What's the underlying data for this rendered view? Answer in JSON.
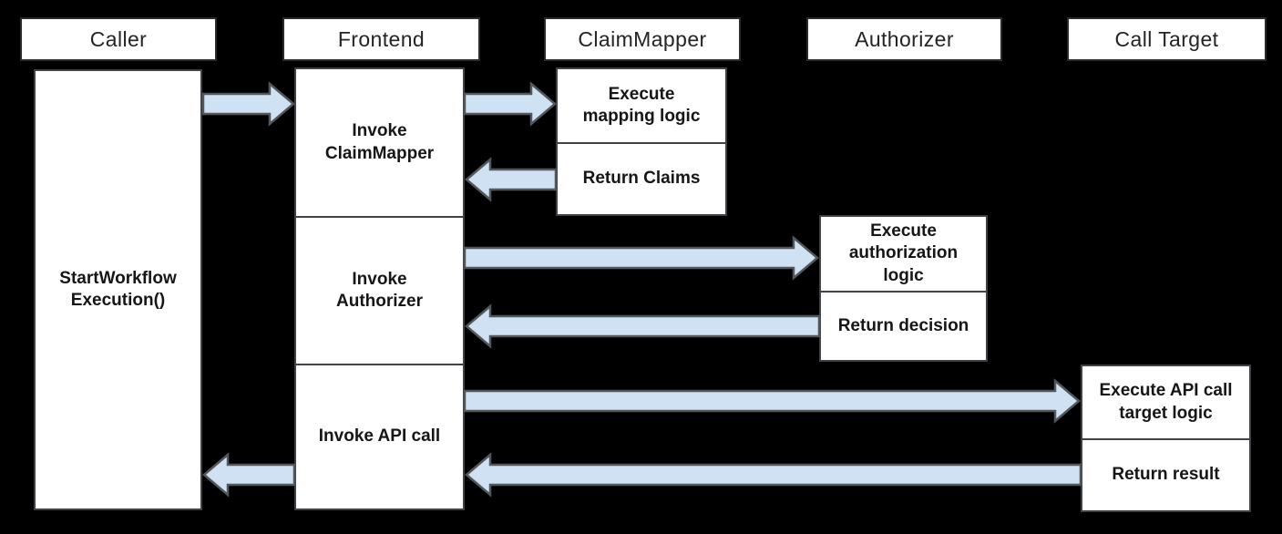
{
  "colors": {
    "background": "#000000",
    "box_fill": "#ffffff",
    "box_border": "#3f4347",
    "header_border": "#2b2b2b",
    "arrow_fill": "#cfe2f3",
    "arrow_outline": "#53575c",
    "header_text": "#242424",
    "body_text": "#161616"
  },
  "lanes": [
    {
      "id": "caller",
      "header": "Caller"
    },
    {
      "id": "frontend",
      "header": "Frontend"
    },
    {
      "id": "claimmapper",
      "header": "ClaimMapper"
    },
    {
      "id": "authorizer",
      "header": "Authorizer"
    },
    {
      "id": "calltarget",
      "header": "Call Target"
    }
  ],
  "activations": {
    "caller": {
      "label": "StartWorkflow\nExecution()"
    },
    "frontend": {
      "rows": [
        "Invoke\nClaimMapper",
        "Invoke\nAuthorizer",
        "Invoke API call"
      ]
    },
    "claimmapper": {
      "rows": [
        "Execute\nmapping logic",
        "Return Claims"
      ]
    },
    "authorizer": {
      "rows": [
        "Execute\nauthorization\nlogic",
        "Return decision"
      ]
    },
    "calltarget": {
      "rows": [
        "Execute API call\ntarget logic",
        "Return result"
      ]
    }
  },
  "flows": [
    {
      "id": "caller-to-frontend",
      "from": "Caller",
      "to": "Frontend",
      "type": "call"
    },
    {
      "id": "frontend-to-claimmapper",
      "from": "Frontend",
      "to": "ClaimMapper",
      "type": "call"
    },
    {
      "id": "claimmapper-to-frontend",
      "from": "ClaimMapper",
      "to": "Frontend",
      "type": "return"
    },
    {
      "id": "frontend-to-authorizer",
      "from": "Frontend",
      "to": "Authorizer",
      "type": "call"
    },
    {
      "id": "authorizer-to-frontend",
      "from": "Authorizer",
      "to": "Frontend",
      "type": "return"
    },
    {
      "id": "frontend-to-calltarget",
      "from": "Frontend",
      "to": "Call Target",
      "type": "call"
    },
    {
      "id": "calltarget-to-frontend",
      "from": "Call Target",
      "to": "Frontend",
      "type": "return"
    },
    {
      "id": "frontend-to-caller",
      "from": "Frontend",
      "to": "Caller",
      "type": "return"
    }
  ]
}
